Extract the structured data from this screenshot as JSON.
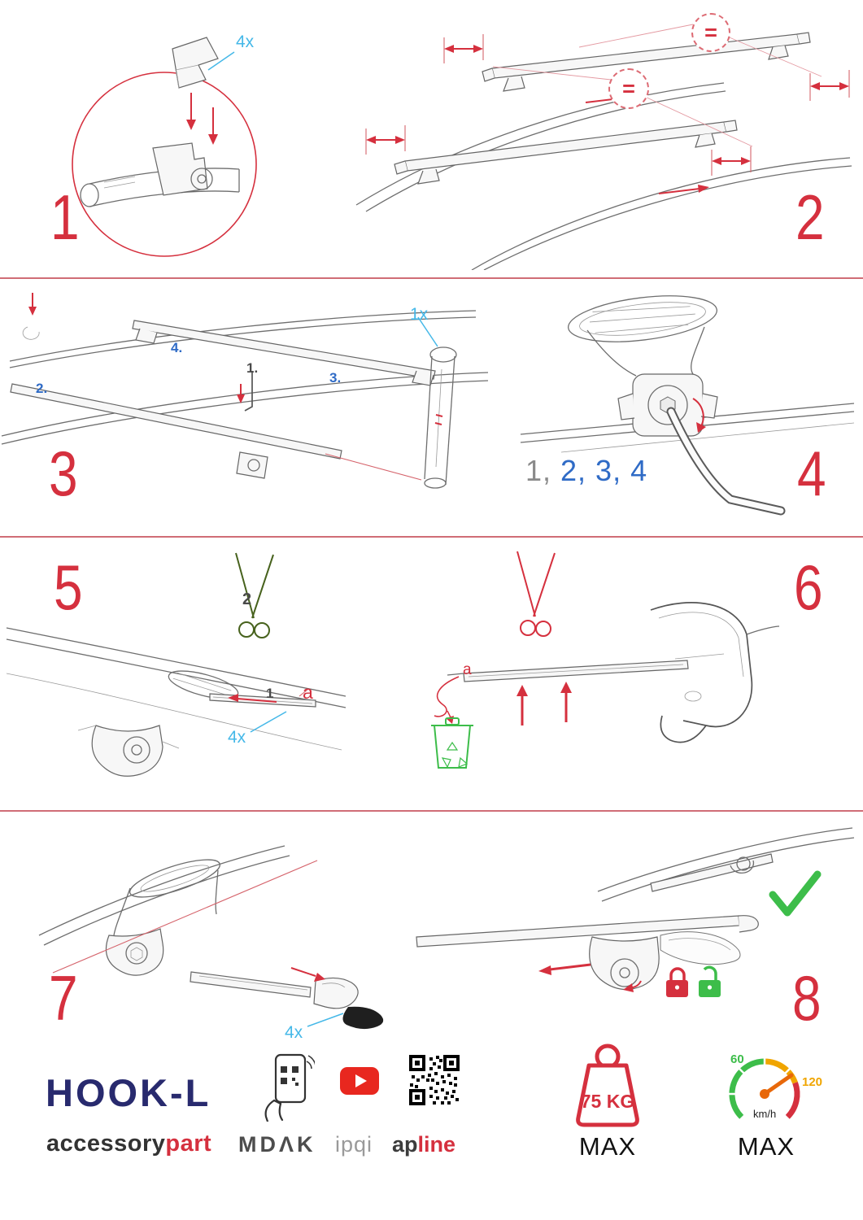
{
  "colors": {
    "accent_red": "#d5303e",
    "accent_cyan": "#45b8e8",
    "accent_blue": "#2f6bc6",
    "accent_green": "#3dbd4a",
    "accent_orange": "#f0a500",
    "brand_navy": "#282a6e",
    "youtube_red": "#e8271f"
  },
  "steps": {
    "step1": {
      "number": "1",
      "qty": "4x"
    },
    "step2": {
      "number": "2",
      "equal_top": "=",
      "equal_mid": "="
    },
    "step3": {
      "number": "3",
      "order1": "1.",
      "order2": "2.",
      "order3": "3.",
      "order4": "4.",
      "qty": "1x"
    },
    "step4": {
      "number": "4",
      "sequence_first": "1,",
      "sequence_rest": " 2, 3, 4"
    },
    "step5": {
      "number": "5",
      "cut_label": "2",
      "insert_label": "1",
      "strip_label": "a",
      "qty": "4x"
    },
    "step6": {
      "number": "6",
      "strip_label": "a"
    },
    "step7": {
      "number": "7",
      "qty": "4x"
    },
    "step8": {
      "number": "8"
    }
  },
  "footer": {
    "product_name": "HOOK-L",
    "brand_first": "accessory",
    "brand_second": "part",
    "logo_mdak": "MDΛK",
    "logo_ipqi": "ipqi",
    "logo_ap": "ap",
    "logo_line": "line",
    "weight_value": "75 KG",
    "weight_max": "MAX",
    "speed_low": "60",
    "speed_high": "120",
    "speed_unit": "km/h",
    "speed_max": "MAX"
  }
}
